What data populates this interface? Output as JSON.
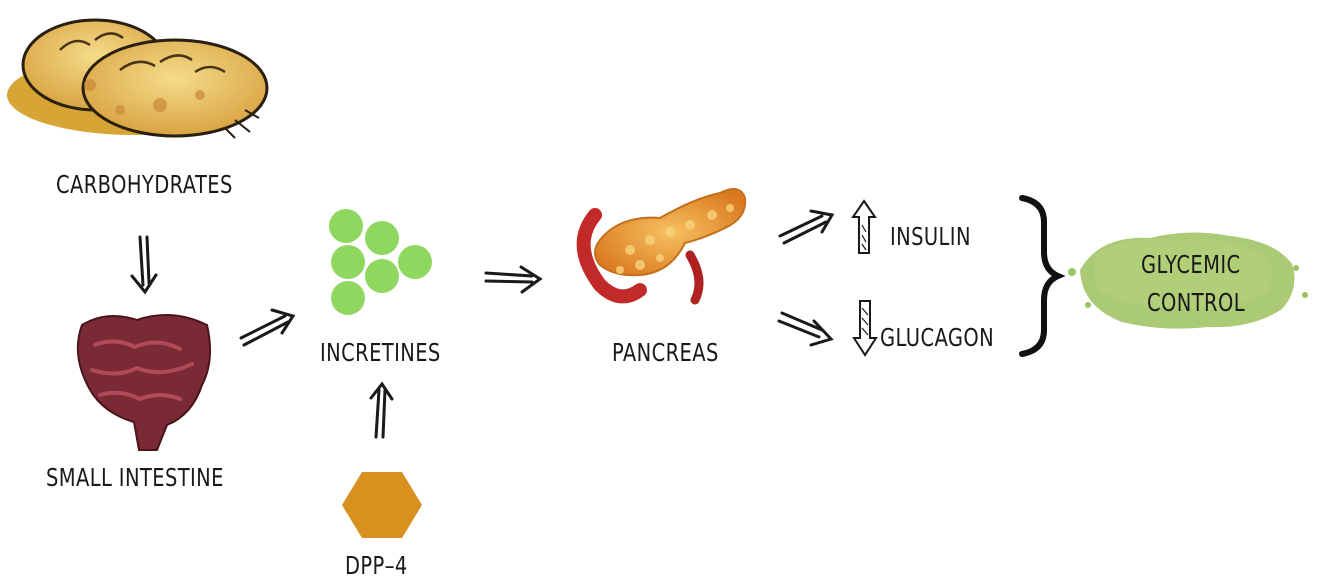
{
  "nodes": {
    "carbohydrates": "CARBOHYDRATES",
    "small_intestine": "SMALL INTESTINE",
    "incretines": "INCRETINES",
    "dpp4": "DPP–4",
    "pancreas": "PANCREAS",
    "insulin": "INSULIN",
    "glucagon": "GLUCAGON",
    "glycemic_control_line1": "GLYCEMIC",
    "glycemic_control_line2": "CONTROL"
  },
  "colors": {
    "incretin_dot": "#8ed85f",
    "dpp4_hexagon": "#d8901f",
    "bread": "#e2b653",
    "intestine": "#7a2a35",
    "pancreas": "#e79a30",
    "glycemic_wash": "#9cc15e",
    "ink": "#1a1a1a"
  },
  "icons": {
    "carbohydrates": "bread-icon",
    "small_intestine": "small-intestine-icon",
    "pancreas": "pancreas-icon",
    "insulin_arrow": "arrow-up-outline-icon",
    "glucagon_arrow": "arrow-down-outline-icon"
  }
}
